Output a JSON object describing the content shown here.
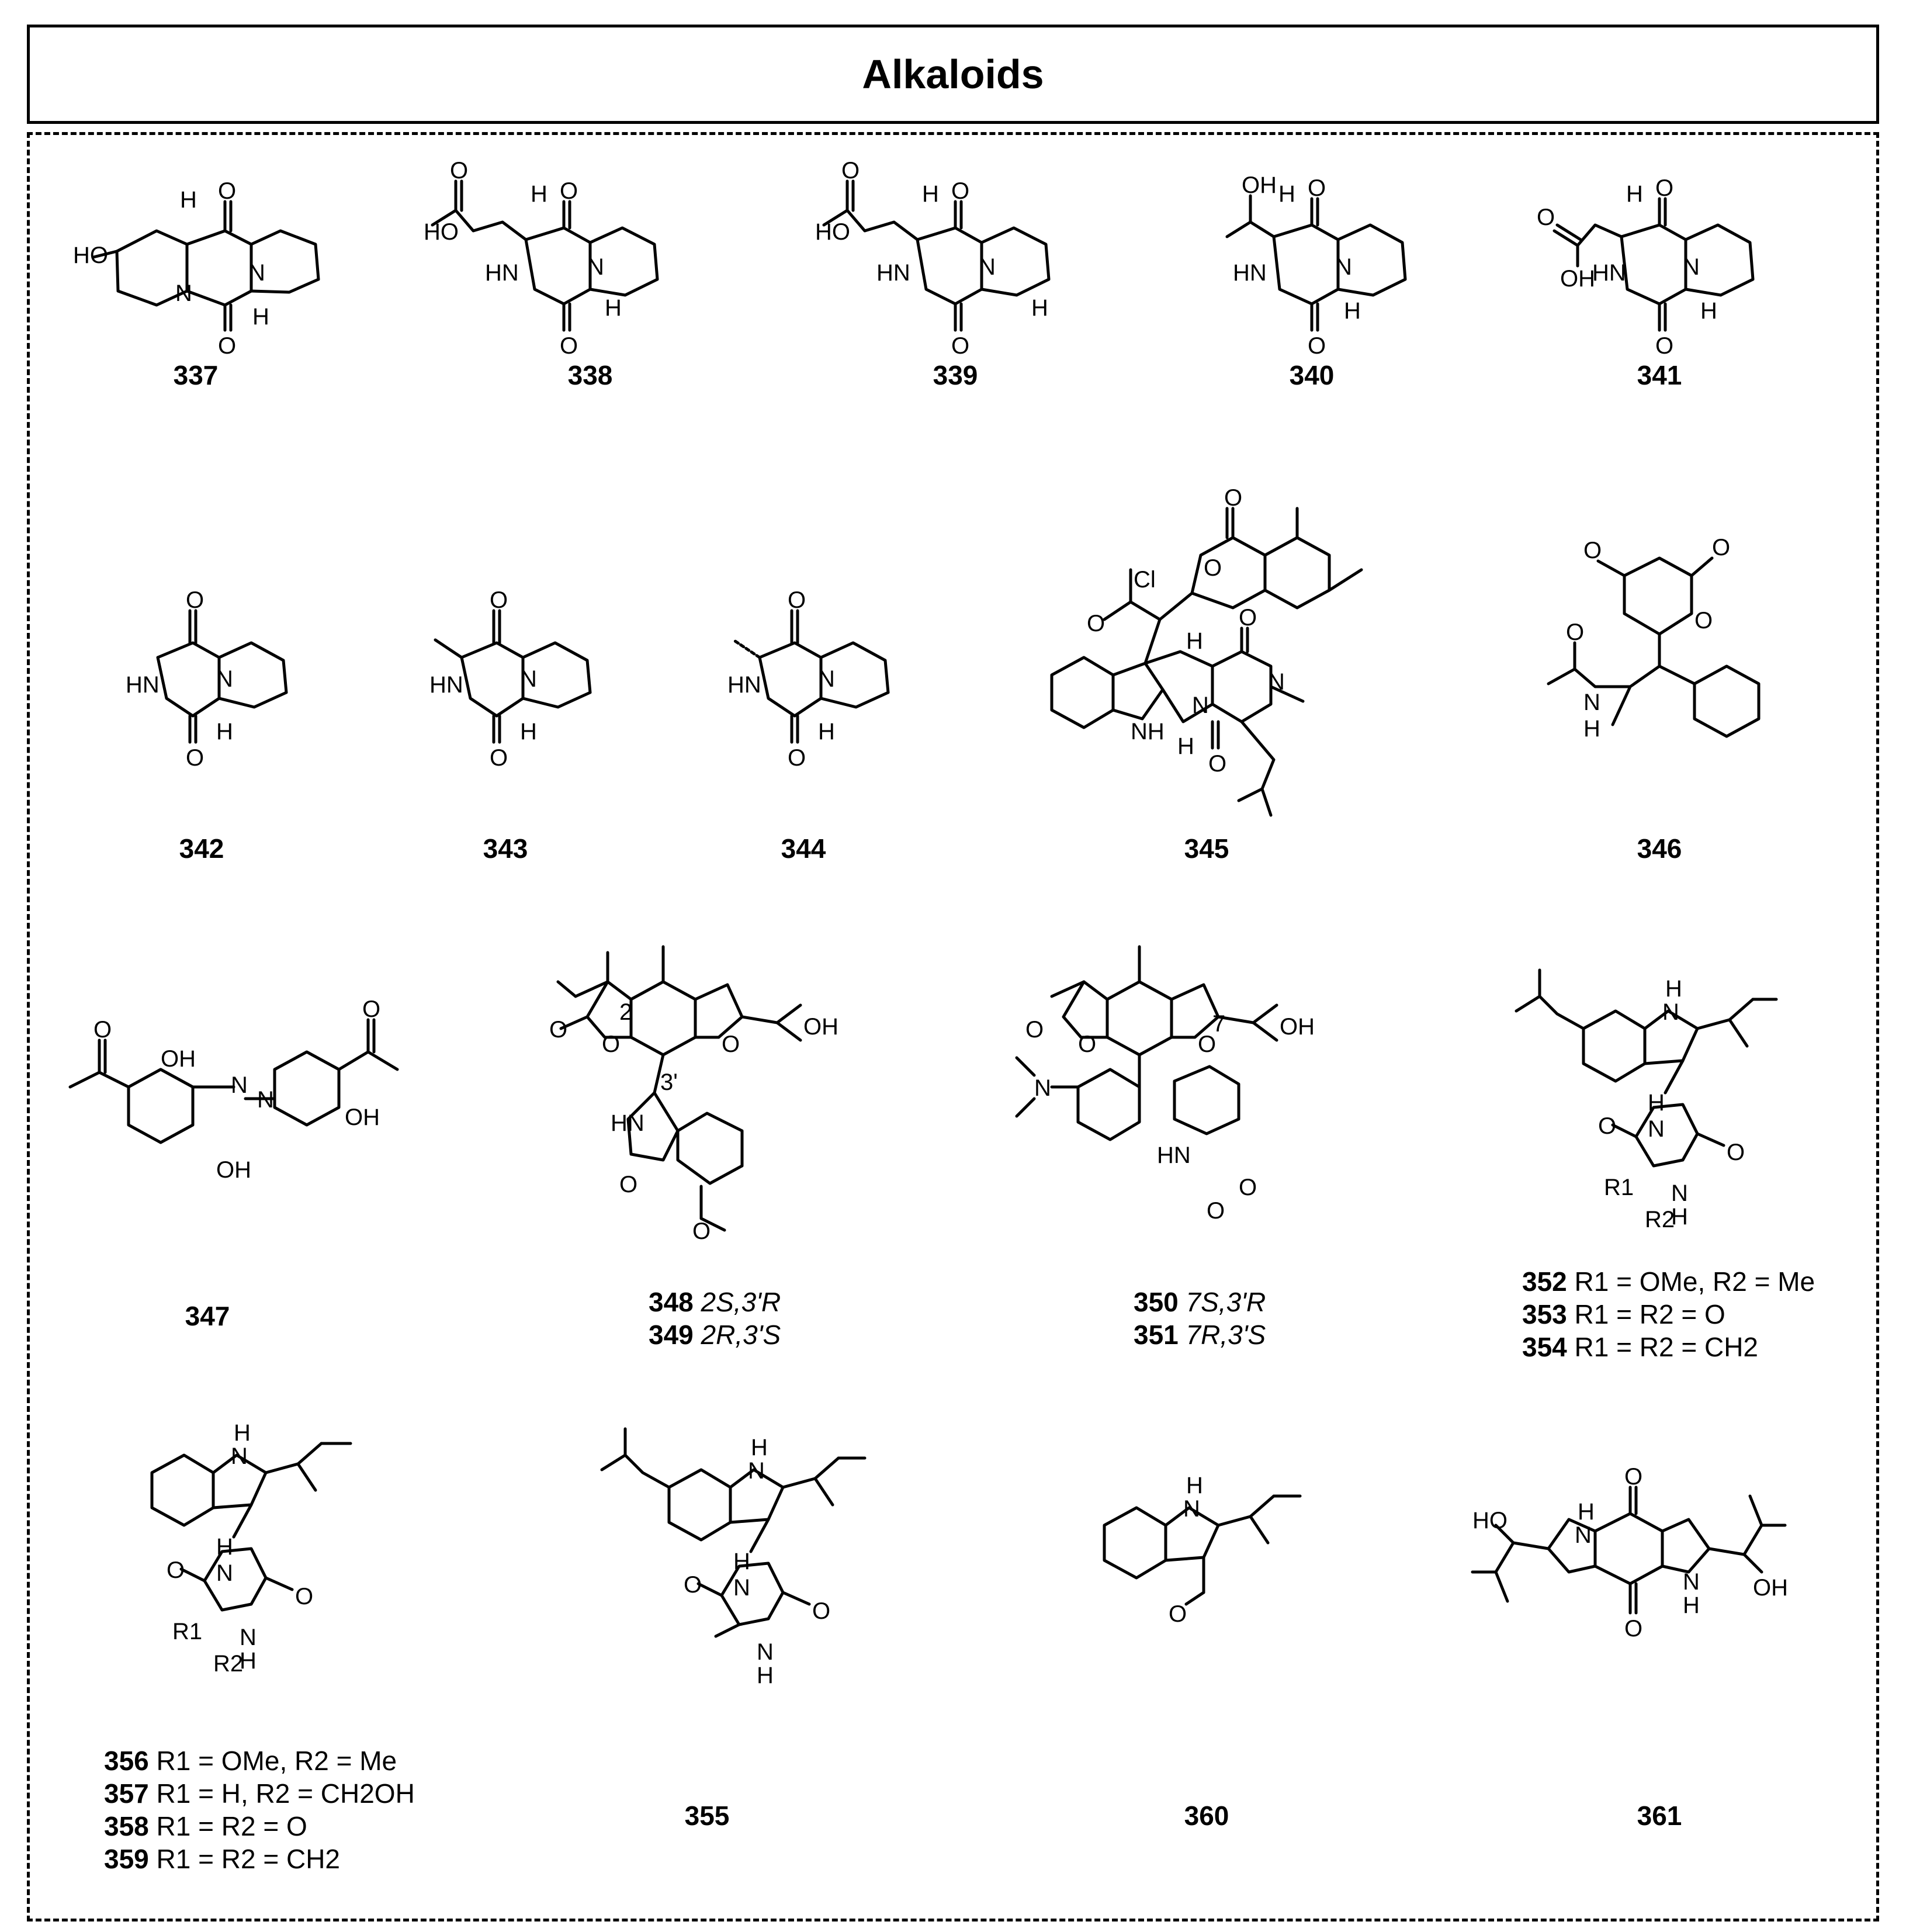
{
  "header": {
    "title": "Alkaloids"
  },
  "compounds": {
    "c337": "337",
    "c338": "338",
    "c339": "339",
    "c340": "340",
    "c341": "341",
    "c342": "342",
    "c343": "343",
    "c344": "344",
    "c345": "345",
    "c346": "346",
    "c347": "347",
    "c355": "355",
    "c360": "360",
    "c361": "361"
  },
  "labels": {
    "l348": {
      "id": "348",
      "desc": "2S,3'R"
    },
    "l349": {
      "id": "349",
      "desc": "2R,3'S"
    },
    "l350": {
      "id": "350",
      "desc": "7S,3'R"
    },
    "l351": {
      "id": "351",
      "desc": "7R,3'S"
    },
    "l352": {
      "id": "352",
      "desc": "R1 = OMe, R2 = Me"
    },
    "l353": {
      "id": "353",
      "desc": "R1 = R2 = O"
    },
    "l354": {
      "id": "354",
      "desc": "R1 = R2 = CH2"
    },
    "l356": {
      "id": "356",
      "desc": "R1 = OMe, R2 = Me"
    },
    "l357": {
      "id": "357",
      "desc": "R1 = H, R2 = CH2OH"
    },
    "l358": {
      "id": "358",
      "desc": "R1 = R2 = O"
    },
    "l359": {
      "id": "359",
      "desc": "R1 = R2 = CH2"
    }
  },
  "atoms": {
    "HO": "HO",
    "OH": "OH",
    "O": "O",
    "N": "N",
    "H": "H",
    "HN": "HN",
    "NH": "NH",
    "Cl": "Cl",
    "R1": "R1",
    "R2": "R2",
    "n2": "2",
    "n3p": "3'",
    "n7": "7"
  }
}
